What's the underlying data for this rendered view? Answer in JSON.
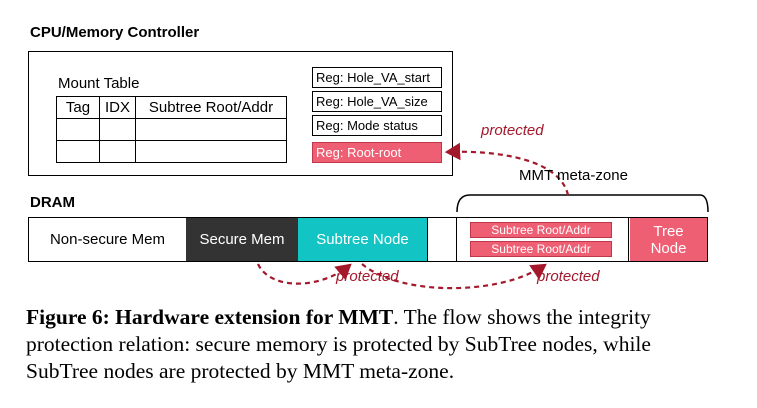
{
  "cpu_section": {
    "title": "CPU/Memory Controller",
    "mount_table": {
      "title": "Mount Table",
      "headers": [
        "Tag",
        "IDX",
        "Subtree Root/Addr"
      ]
    },
    "registers": [
      "Reg: Hole_VA_start",
      "Reg: Hole_VA_size",
      "Reg: Mode status",
      "Reg: Root-root"
    ]
  },
  "dram_section": {
    "title": "DRAM",
    "segments": {
      "non_secure": "Non-secure Mem",
      "secure": "Secure Mem",
      "subtree": "Subtree Node",
      "tree_node": "Tree Node"
    },
    "meta_zone_label": "MMT meta-zone",
    "subtree_roots": [
      "Subtree Root/Addr",
      "Subtree Root/Addr"
    ]
  },
  "annotations": {
    "protected_1": "protected",
    "protected_2": "protected",
    "protected_3": "protected"
  },
  "caption": {
    "label": "Figure 6: Hardware extension for MMT",
    "text": ". The flow shows the integrity protection relation: secure memory is protected by SubTree nodes, while SubTree nodes are protected by MMT meta-zone."
  },
  "colors": {
    "register_highlight": "#ee5f74",
    "secure_mem": "#333333",
    "subtree_node": "#13c4c4",
    "tree_node": "#ee5f74",
    "arrow": "#a3182b"
  }
}
